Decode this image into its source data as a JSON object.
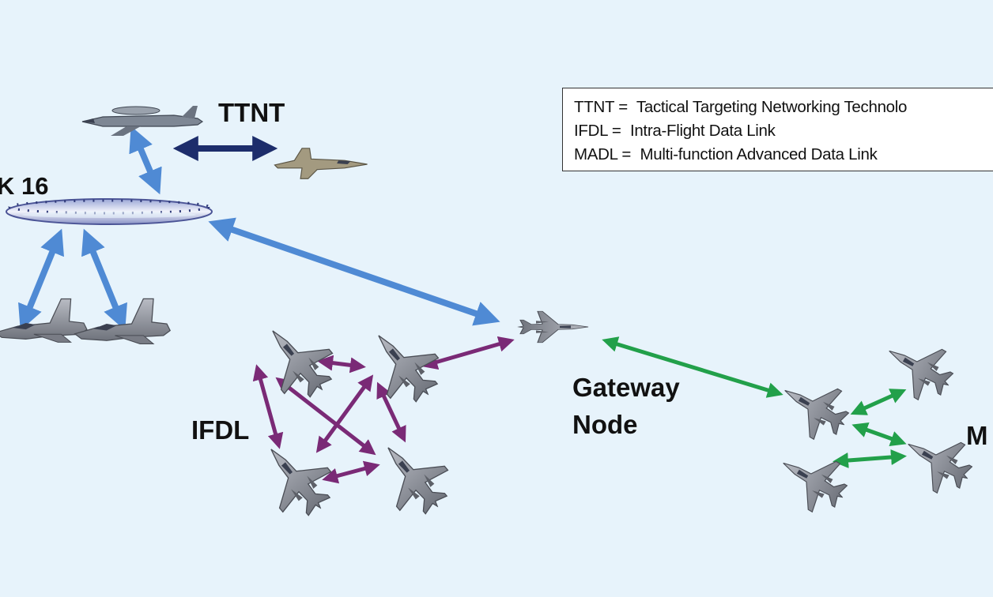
{
  "labels": {
    "ttnt": "TTNT",
    "link16": "K 16",
    "ifdl": "IFDL",
    "gateway_line1": "Gateway",
    "gateway_line2": "Node",
    "madl": "M"
  },
  "legend": [
    {
      "abbr": "TTNT =",
      "text": "Tactical Targeting Networking Technolo"
    },
    {
      "abbr": "IFDL =",
      "text": "Intra-Flight Data Link"
    },
    {
      "abbr": "MADL =",
      "text": "Multi-function Advanced Data Link"
    }
  ],
  "colors": {
    "background": "#e7f3fb",
    "link16_arrow": "#4f8ad4",
    "ttnt_arrow": "#1d2d6b",
    "ifdl_arrow": "#7a2a76",
    "madl_arrow": "#22a04a",
    "aircraft": "#8d9099"
  },
  "icons": {
    "awacs": "awacs-aircraft-icon",
    "fighter": "fighter-jet-icon",
    "ring": "link16-ring-icon"
  }
}
